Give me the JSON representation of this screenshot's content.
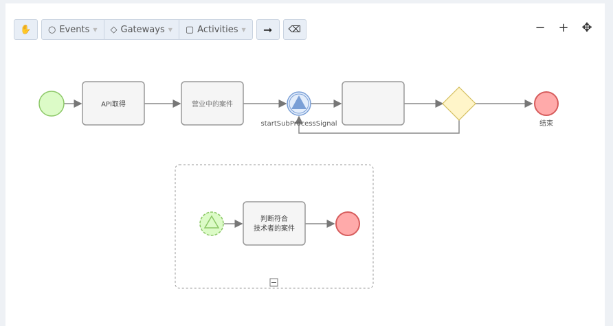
{
  "toolbar": {
    "hand_icon": "hand-icon",
    "events": "Events",
    "gateways": "Gateways",
    "activities": "Activities",
    "connect_icon": "arrow-right-icon",
    "eraser_icon": "eraser-icon"
  },
  "zoom": {
    "out": "−",
    "in": "+",
    "fit": "✥"
  },
  "diagram": {
    "task1": "API取得",
    "task2": "营业中的案件",
    "signal_event": "startSubProcessSignal",
    "end": "结束",
    "sub_task_line1": "判断符合",
    "sub_task_line2": "技术者的案件",
    "colors": {
      "start_fill": "#dcfbc7",
      "start_stroke": "#8cc867",
      "end_fill": "#ffaaaa",
      "end_stroke": "#d65c5c",
      "gateway_fill": "#fff5c9",
      "gateway_stroke": "#d4bf5e",
      "signal": "#7a9fd6"
    }
  }
}
